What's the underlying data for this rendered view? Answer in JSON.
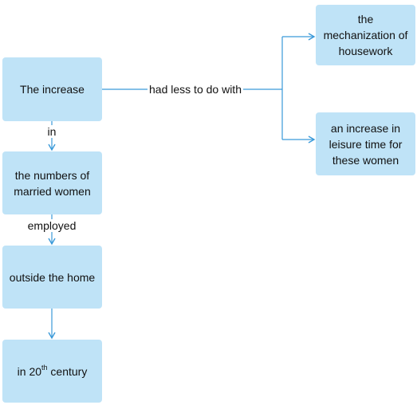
{
  "nodes": {
    "increase": "The increase",
    "numbers": "the numbers of married women",
    "outside": "outside the home",
    "century": {
      "prefix": "in 20",
      "superscript": "th",
      "suffix": " century"
    },
    "mechanization": "the mechanization of housework",
    "leisure": "an increase in leisure time for these women"
  },
  "edges": {
    "in": "in",
    "employed": "employed",
    "had_less": "had less to do with"
  },
  "colors": {
    "node_fill": "#bfe3f7",
    "connector": "#3a9ad9"
  }
}
